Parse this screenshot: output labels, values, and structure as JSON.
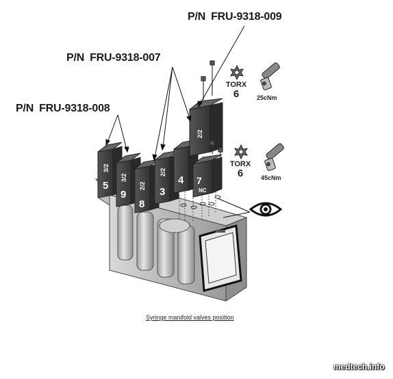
{
  "labels": {
    "pn_009": {
      "prefix": "P/N",
      "code": "FRU-9318-009"
    },
    "pn_007": {
      "prefix": "P/N",
      "code": "FRU-9318-007"
    },
    "pn_008": {
      "prefix": "P/N",
      "code": "FRU-9318-008"
    }
  },
  "tools": [
    {
      "name": "TORX",
      "size": "6",
      "torque": "25cNm"
    },
    {
      "name": "TORX",
      "size": "6",
      "torque": "45cNm"
    }
  ],
  "valves": [
    {
      "number": "5",
      "type": "3/2"
    },
    {
      "number": "9",
      "type": "3/2"
    },
    {
      "number": "8",
      "type": "2/2"
    },
    {
      "number": "3",
      "type": "2/2"
    },
    {
      "number": "4",
      "type": ""
    },
    {
      "number": "7",
      "type": "NC"
    },
    {
      "number": "",
      "type": "2/2"
    }
  ],
  "caption": "Syringe manifold valves position",
  "watermark": "medtech.info"
}
